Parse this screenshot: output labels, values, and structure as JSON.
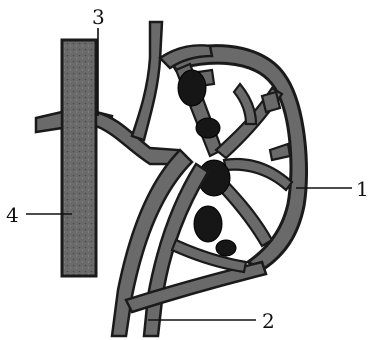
{
  "labels": {
    "one": "1",
    "two": "2",
    "three": "3",
    "four": "4"
  },
  "colors": {
    "vessel_fill": "#6a6a6a",
    "vessel_outline": "#1a1a1a",
    "dark_mass": "#161616",
    "leader_line": "#111111",
    "background": "#ffffff"
  }
}
